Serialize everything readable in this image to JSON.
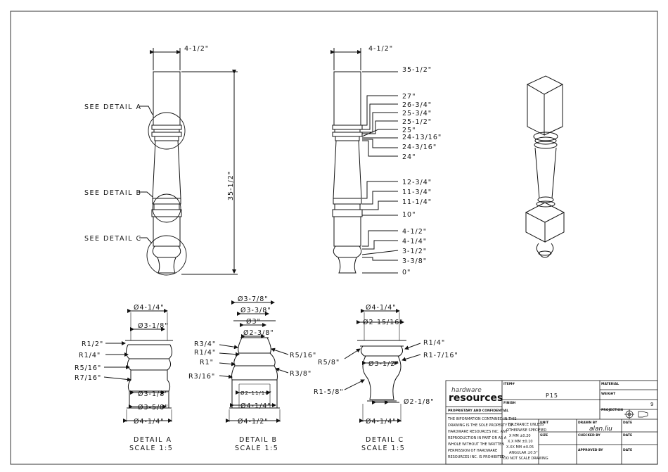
{
  "views": {
    "front": {
      "width_dim": "4-1/2\"",
      "height_dim": "35-1/2\"",
      "callouts": [
        "SEE DETAIL A",
        "SEE DETAIL B",
        "SEE DETAIL C"
      ]
    },
    "side": {
      "width_dim": "4-1/2\"",
      "heights": [
        "35-1/2\"",
        "27\"",
        "26-3/4\"",
        "25-3/4\"",
        "25-1/2\"",
        "25\"",
        "24-13/16\"",
        "24-3/16\"",
        "24\"",
        "12-3/4\"",
        "11-3/4\"",
        "11-1/4\"",
        "10\"",
        "4-1/2\"",
        "4-1/4\"",
        "3-1/2\"",
        "3-3/8\"",
        "0\""
      ]
    }
  },
  "details": {
    "a": {
      "title": "DETAIL A",
      "scale": "SCALE 1:5",
      "top_dims": [
        "Ø4-1/4\"",
        "Ø3-1/8\""
      ],
      "bottom_dims": [
        "Ø3-1/8\"",
        "Ø3-5/8\"",
        "Ø4-1/4\""
      ],
      "radii": [
        "R1/2\"",
        "R1/4\"",
        "R5/16\"",
        "R7/16\""
      ]
    },
    "b": {
      "title": "DETAIL B",
      "scale": "SCALE 1:5",
      "top_dims": [
        "Ø3-7/8\"",
        "Ø3-3/8\"",
        "Ø3\"",
        "Ø2-3/8\""
      ],
      "inner_dim": "Ø2-11/16\"",
      "bottom_dims": [
        "Ø4-1/4\"",
        "Ø4-1/2\""
      ],
      "left_radii": [
        "R3/4\"",
        "R1/4\"",
        "R1\"",
        "R3/16\""
      ],
      "right_radii": [
        "R5/16\"",
        "R3/8\""
      ]
    },
    "c": {
      "title": "DETAIL C",
      "scale": "SCALE 1:5",
      "top_dims": [
        "Ø4-1/4\"",
        "Ø2-15/16\""
      ],
      "mid_dim": "Ø3-1/2\"",
      "right_dim": "Ø2-1/8\"",
      "bottom_dim": "Ø4-1/4\"",
      "left_radii": [
        "R5/8\"",
        "R1-5/8\""
      ],
      "right_radii": [
        "R1/4\"",
        "R1-7/16\""
      ]
    }
  },
  "title_block": {
    "logo_top": "hardware",
    "logo_bottom": "resources",
    "items_label": "ITEM#",
    "item_number": "P15",
    "material_label": "MATERIAL",
    "weight_label": "WEIGHT",
    "weight_value": "9",
    "projection_label": "PROJECTION",
    "finish_label": "FINISH",
    "proprietary_title": "PROPRIETARY AND CONFIDENTIAL",
    "proprietary_text": [
      "THE INFORMATION CONTAINED IN THIS",
      "DRAWING IS THE SOLE PROPERTY OF",
      "HARDWARE RESOURCES INC. ANY",
      "REPRODUCTION IN PART OR AS A",
      "WHOLE WITHOUT THE WRITTEN",
      "PERMISSION OF HARDWARE",
      "RESOURCES INC. IS PROHIBITED"
    ],
    "tolerance": [
      "TOLERANCE UNLESS",
      "OTHERWISE SPECIFIED",
      "X  MM  ±0.20",
      "X.X MM  ±0.10",
      "X.XX MM  ±0.05",
      "ANGULAR  ±0.5°",
      "DO NOT SCALE DRAWING"
    ],
    "unit_label": "UNIT",
    "size_label": "SIZE",
    "drawn_by_label": "DRAWN BY",
    "drawn_by": "alan.liu",
    "checked_by_label": "CHECKED BY",
    "approved_by_label": "APPROVED BY",
    "date_label": "DATE"
  }
}
